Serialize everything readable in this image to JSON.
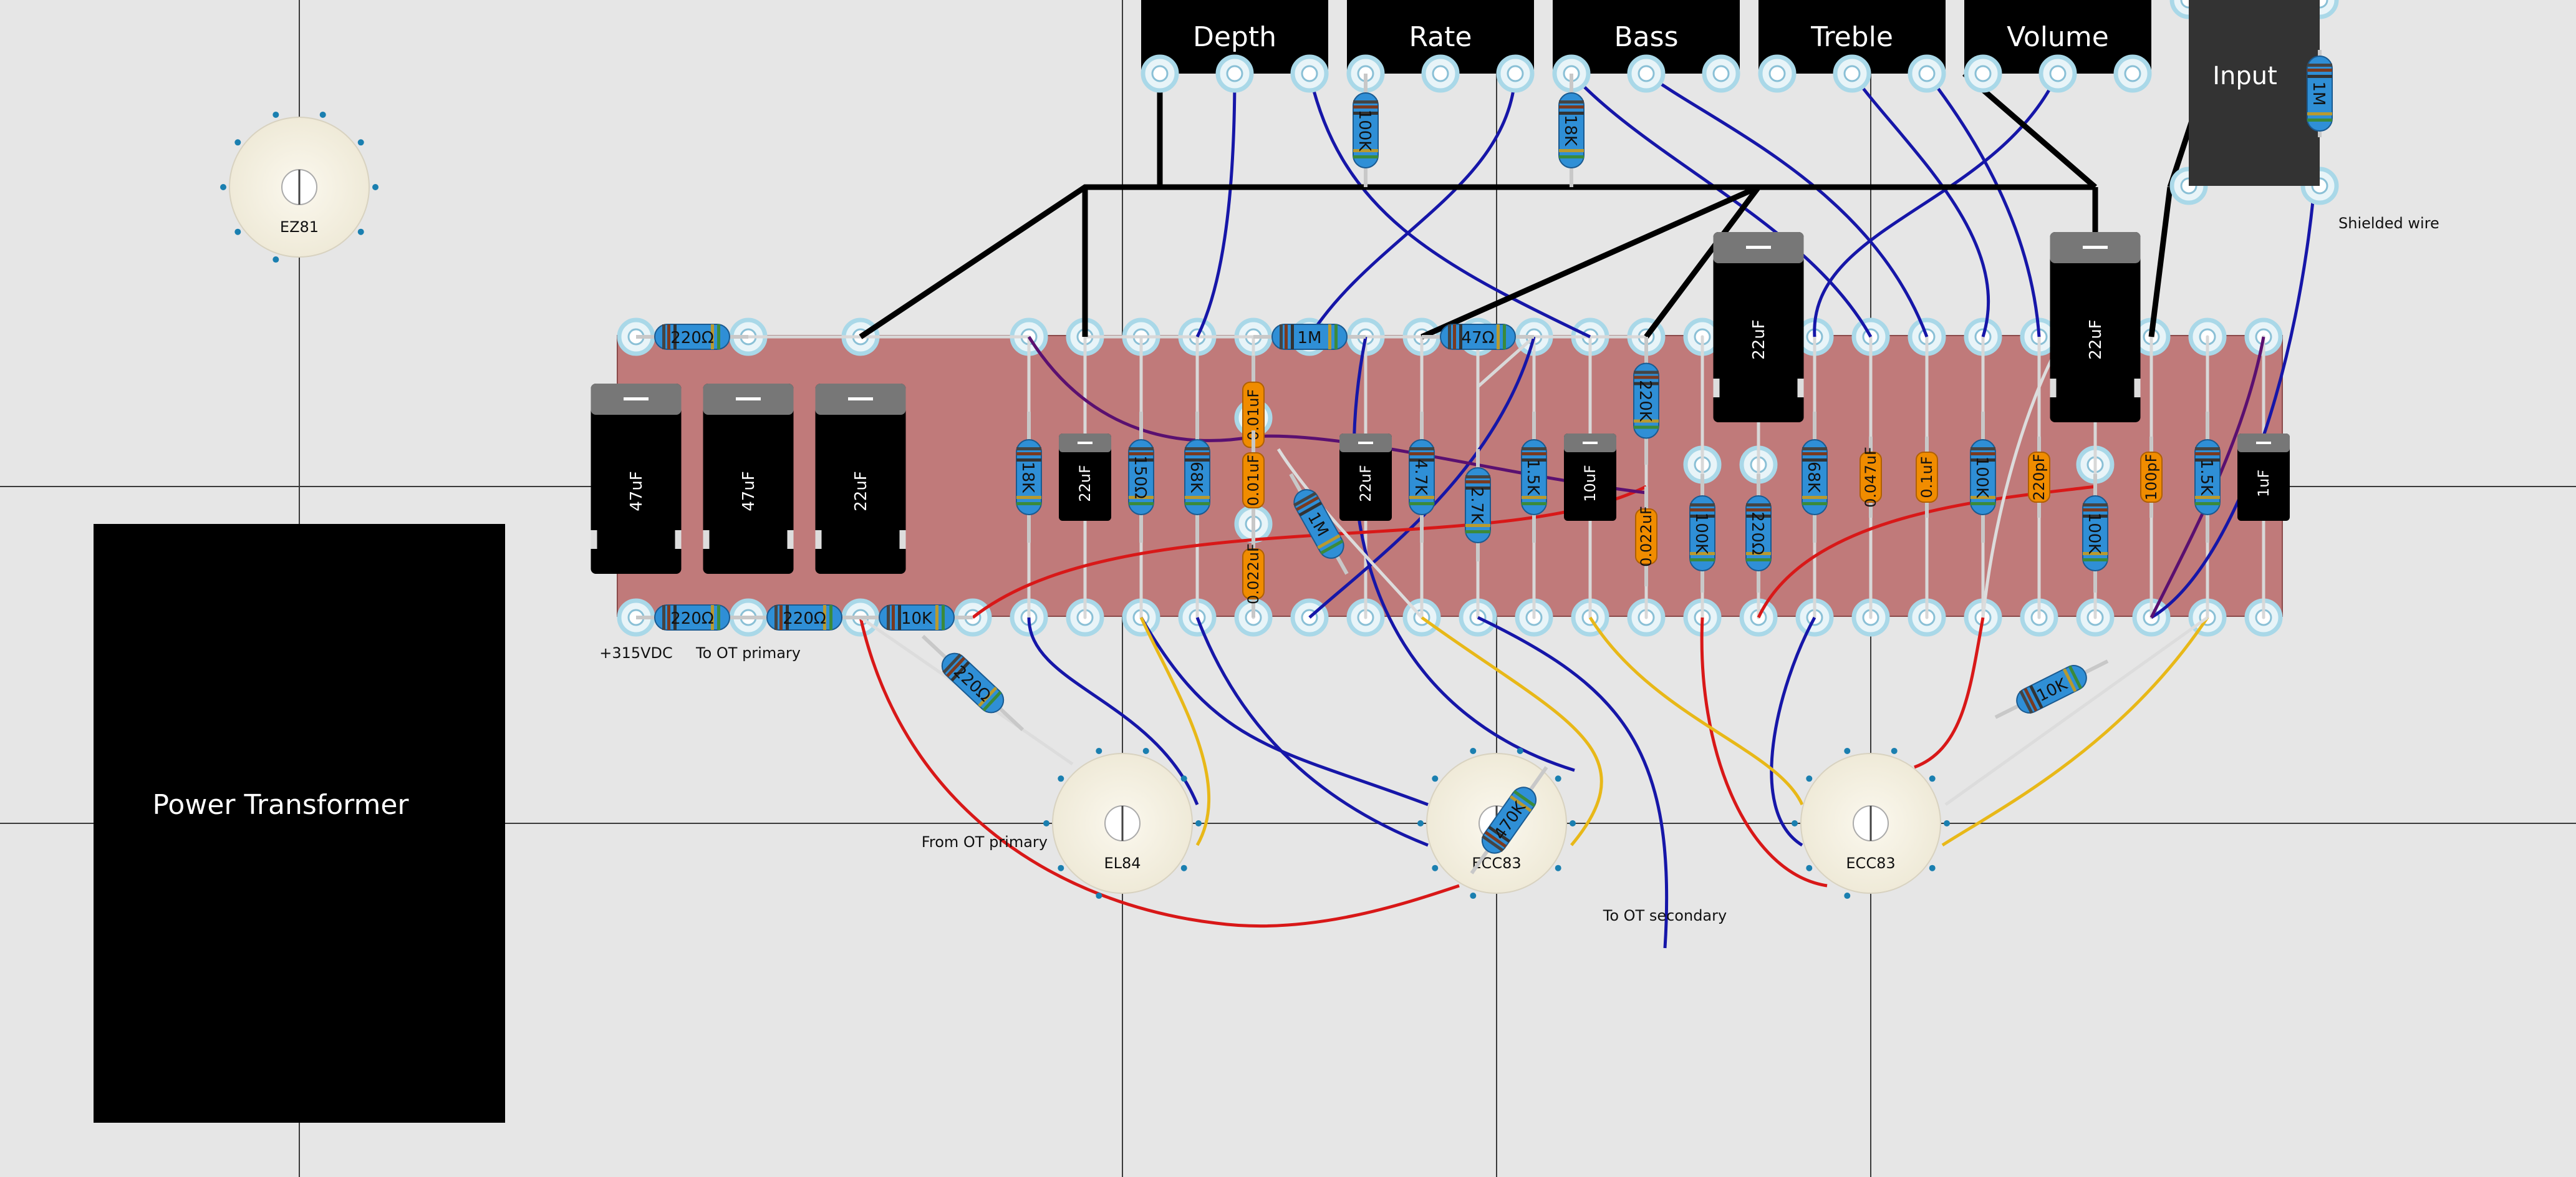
{
  "pots": [
    {
      "name": "pot-depth",
      "label": "Depth"
    },
    {
      "name": "pot-rate",
      "label": "Rate"
    },
    {
      "name": "pot-bass",
      "label": "Bass"
    },
    {
      "name": "pot-treble",
      "label": "Treble"
    },
    {
      "name": "pot-volume",
      "label": "Volume"
    }
  ],
  "input_jack": {
    "label": "Input",
    "resistor": "1M"
  },
  "power_transformer": "Power Transformer",
  "tubes": [
    {
      "name": "tube-ez81",
      "label": "EZ81"
    },
    {
      "name": "tube-el84",
      "label": "EL84"
    },
    {
      "name": "tube-ecc83-a",
      "label": "ECC83"
    },
    {
      "name": "tube-ecc83-b",
      "label": "ECC83"
    }
  ],
  "annotations": [
    {
      "name": "note-315vdc",
      "text": "+315VDC"
    },
    {
      "name": "note-to-ot-primary",
      "text": "To OT primary"
    },
    {
      "name": "note-from-ot-primary",
      "text": "From OT primary"
    },
    {
      "name": "note-to-ot-secondary",
      "text": "To OT secondary"
    },
    {
      "name": "note-shielded-wire",
      "text": "Shielded wire"
    }
  ],
  "caps_big": [
    "47uF",
    "47uF",
    "22uF",
    "22uF",
    "22uF"
  ],
  "caps_small": [
    "22uF",
    "22uF",
    "10uF",
    "1uF"
  ],
  "caps_film": [
    "0.01uF",
    "0.01uF",
    "0.022uF",
    "0.022uF",
    "0.047uF",
    "0.1uF",
    "220pF",
    "100pF"
  ],
  "resistors": [
    "220Ω",
    "220Ω",
    "220Ω",
    "10K",
    "1M",
    "47Ω",
    "100K",
    "18K",
    "220K",
    "18K",
    "150Ω",
    "68K",
    "4.7K",
    "2.7K",
    "1M",
    "1.5K",
    "100K",
    "220Ω",
    "68K",
    "100K",
    "100K",
    "1.5K",
    "220Ω",
    "10K",
    "470K"
  ],
  "colors": {
    "board": "#c07a7a",
    "resistor": "#2f8fd6",
    "cap_film": "#f08c00",
    "wire_blue": "#1616a8",
    "wire_red": "#d81818",
    "wire_yellow": "#e8b818",
    "wire_purple": "#5a1070",
    "lug_ring": "#a9d8e8",
    "cap_black": "#000000",
    "background": "#e6e6e6"
  }
}
